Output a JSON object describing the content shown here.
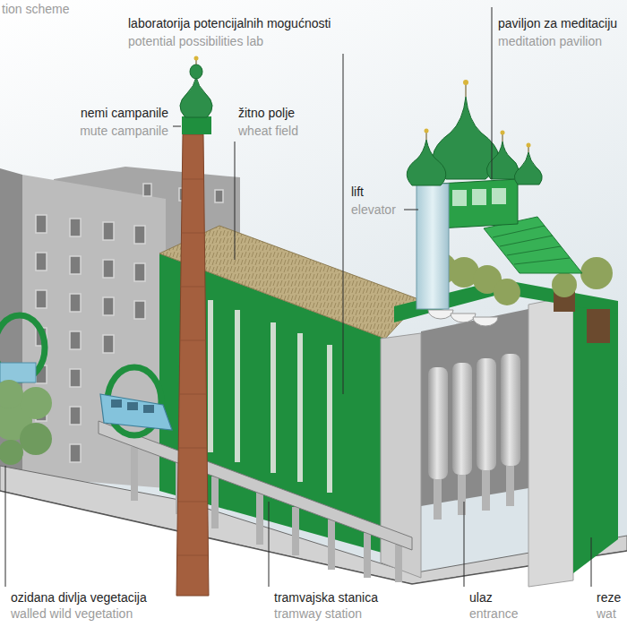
{
  "diagram": {
    "labels": [
      "tion scheme",
      "laboratorija potencijalnih mogućnosti",
      "potential possibilities lab",
      "paviljon za meditaciju",
      "meditation pavilion",
      "nemi campanile",
      "mute campanile",
      "žitno polje",
      "wheat field",
      "lift",
      "elevator",
      "ozidana divlja vegetacija",
      "walled wild vegetation",
      "tramvajska stanica",
      "tramway station",
      "ulaz",
      "entrance",
      "reze",
      "wat"
    ]
  }
}
